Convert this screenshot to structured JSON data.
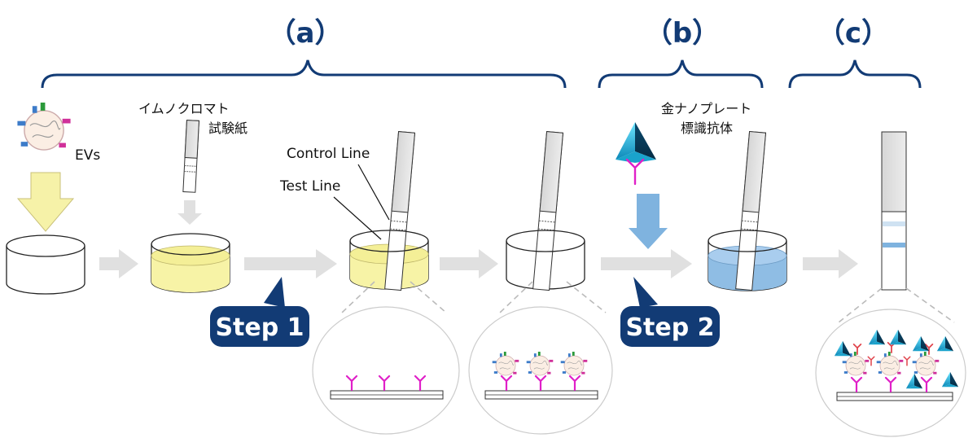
{
  "sections": [
    {
      "id": "a",
      "label": "（a）"
    },
    {
      "id": "b",
      "label": "（b）"
    },
    {
      "id": "c",
      "label": "（c）"
    }
  ],
  "labels": {
    "evs": "EVs",
    "strip_line1": "イムノクロマト",
    "strip_line2": "試験紙",
    "control_line": "Control Line",
    "test_line": "Test Line",
    "gold_line1": "金ナノプレート",
    "gold_line2": "標識抗体"
  },
  "steps": {
    "step1": "Step 1",
    "step2": "Step 2"
  },
  "colors": {
    "navy": "#123b75",
    "yellow_liquid": "#f7f3a6",
    "blue_liquid": "#8fbde4",
    "blue_arrow": "#7fb3df",
    "yellow_arrow": "#f6f2a8",
    "gray_arrow": "#e0e0e0",
    "antibody": "#e020c8"
  }
}
